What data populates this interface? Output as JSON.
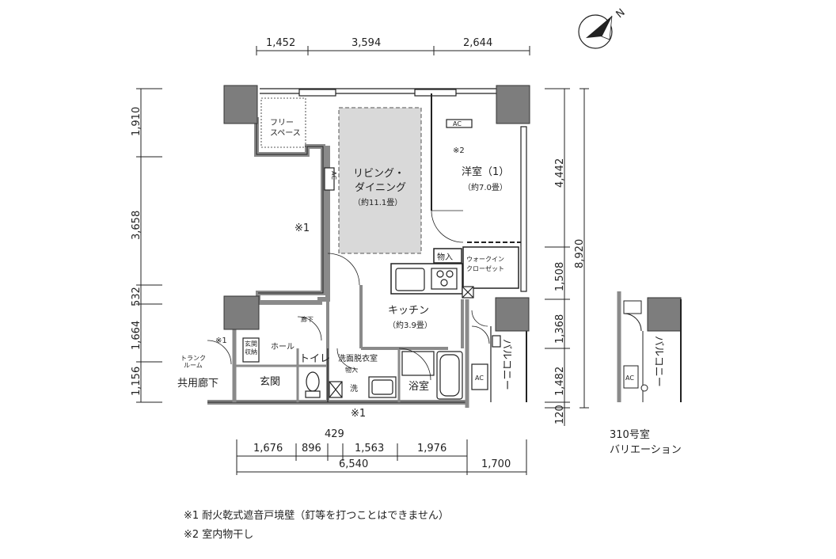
{
  "compass": {
    "north_label": "N"
  },
  "dimensions": {
    "top": [
      "1,452",
      "3,594",
      "2,644"
    ],
    "left": [
      "1,910",
      "3,658",
      "532",
      "1,664",
      "1,156"
    ],
    "right": [
      "4,442",
      "1,508",
      "1,368",
      "1,482",
      "120"
    ],
    "right_total": "8,920",
    "bottom_upper": [
      "1,676",
      "896",
      "429",
      "1,563",
      "1,976"
    ],
    "bottom_total": "6,540",
    "bottom_balcony": "1,700"
  },
  "rooms": {
    "free_space_1": "フリー",
    "free_space_2": "スペース",
    "living_1": "リビング・",
    "living_2": "ダイニング",
    "living_3": "（約11.1畳）",
    "western_1": "洋室（1）",
    "western_2": "（約7.0畳）",
    "storage": "物入",
    "walkin_1": "ウォークイン",
    "walkin_2": "クローゼット",
    "kitchen_1": "キッチン",
    "kitchen_2": "（約3.9畳）",
    "corridor": "廊下",
    "hall": "ホール",
    "genkan_storage_1": "玄関",
    "genkan_storage_2": "収納",
    "toilet": "トイレ",
    "washroom": "洗面脱衣室",
    "washroom_storage": "物入",
    "wash": "洗",
    "bath": "浴室",
    "balcony": "バルコニー",
    "entrance": "玄関",
    "trunk_1": "トランク",
    "trunk_2": "ルーム",
    "common_corridor": "共用廊下",
    "ac": "AC",
    "mark1": "※1",
    "mark2": "※2"
  },
  "variation": {
    "label_1": "310号室",
    "label_2": "バリエーション",
    "balcony": "バルコニー",
    "ac": "AC"
  },
  "notes": [
    "※1 耐火乾式遮音戸境壁（釘等を打つことはできません）",
    "※2 室内物干し"
  ]
}
